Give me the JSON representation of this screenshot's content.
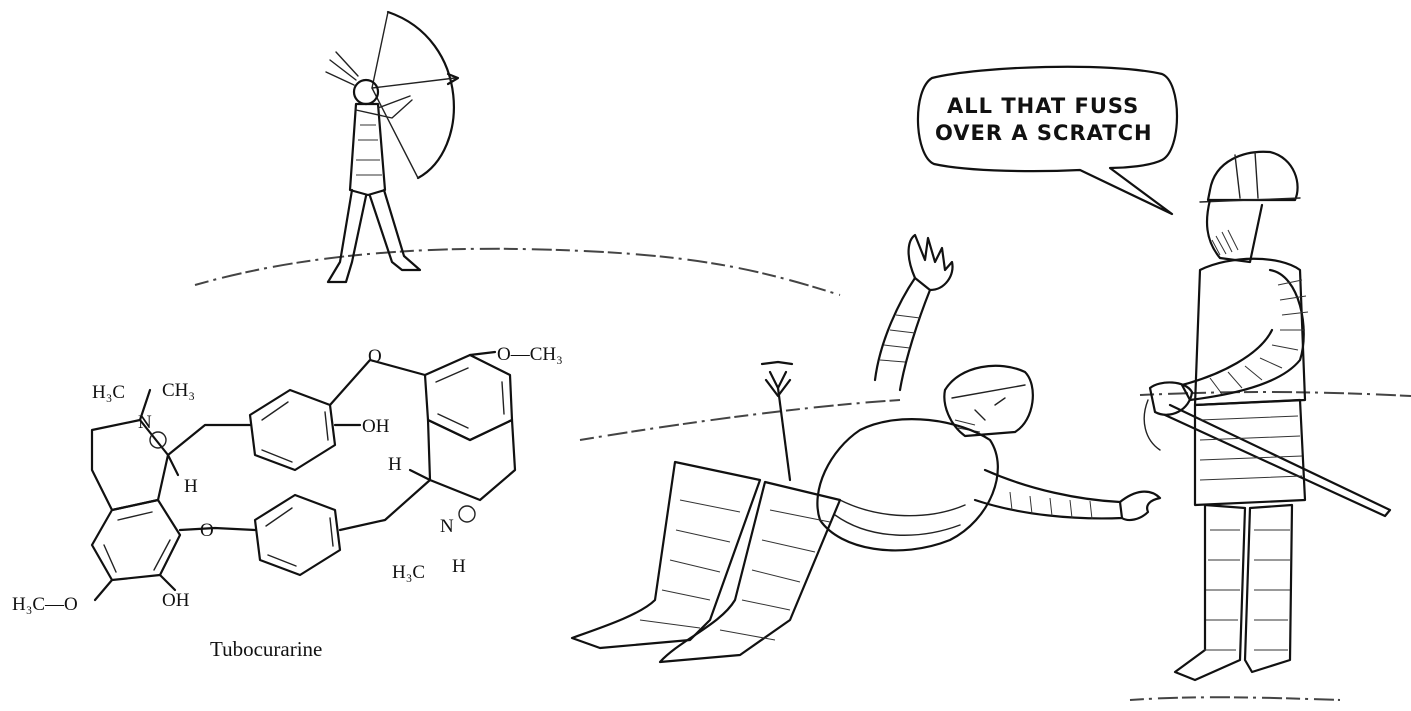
{
  "speech_bubble": {
    "line1": "ALL THAT FUSS",
    "line2": "OVER A SCRATCH"
  },
  "molecule": {
    "name": "Tubocurarine",
    "labels": {
      "h3c_top": "H₃C",
      "ch3_top": "CH₃",
      "n_top": "N",
      "h_top": "H",
      "oh_mid": "OH",
      "o_top": "O",
      "och3_top": "O—CH₃",
      "h_right": "H",
      "n_right": "N",
      "h3c_right": "H₃C",
      "h_bottom_right": "H",
      "o_mid": "O",
      "h3co": "H₃C—O",
      "oh_bottom": "OH"
    }
  }
}
